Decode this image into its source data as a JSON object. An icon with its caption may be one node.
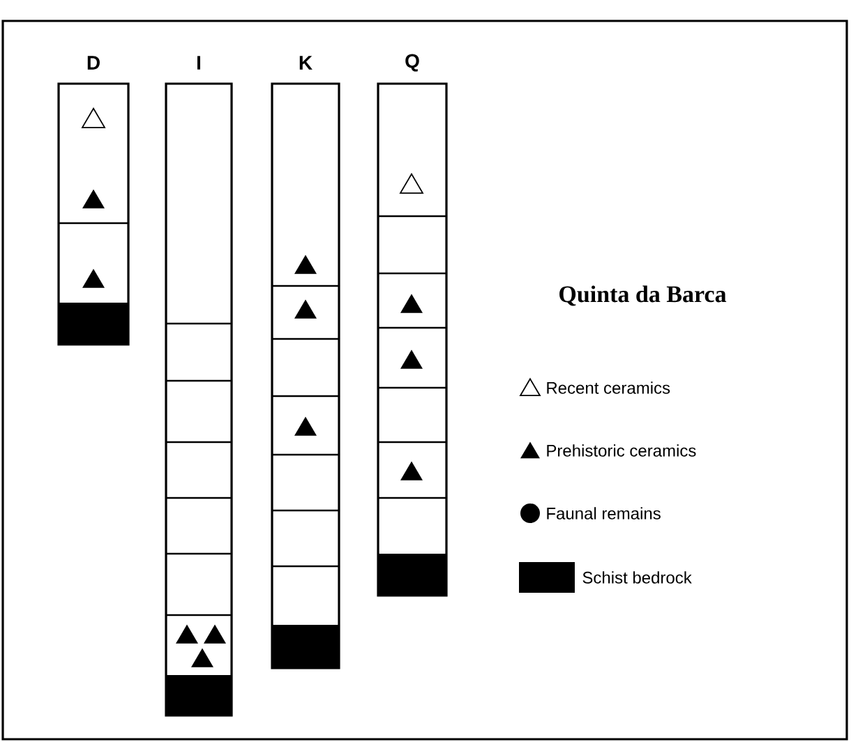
{
  "diagram": {
    "title": "Quinta da Barca",
    "labels": [
      "D",
      "I",
      "K",
      "Q"
    ],
    "legend": [
      {
        "text": "Recent ceramics"
      },
      {
        "text": "Prehistoric ceramics"
      },
      {
        "text": "Faunal remains"
      },
      {
        "text": "Schist bedrock",
        "color": "#000000"
      }
    ]
  }
}
